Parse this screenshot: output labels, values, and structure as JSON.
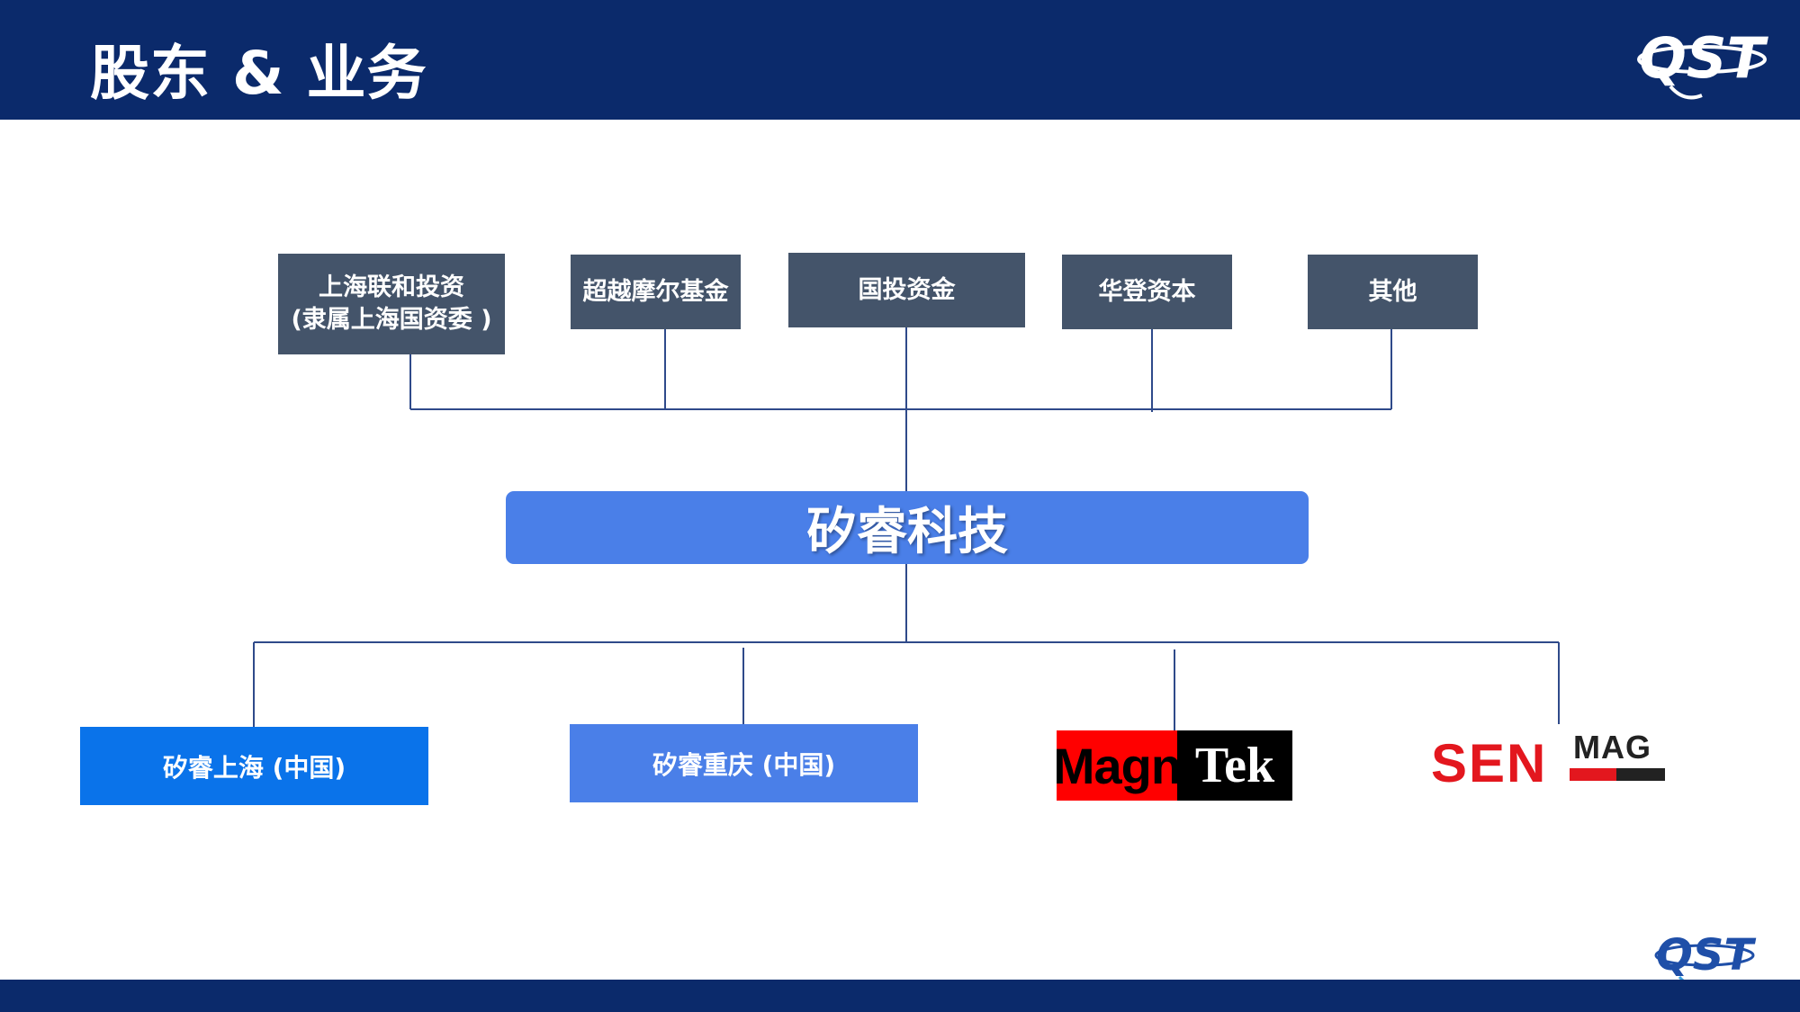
{
  "header": {
    "title": "股东 & 业务"
  },
  "colors": {
    "navy": "#0b2a6b",
    "shareholder_box": "#44546a",
    "main_box": "#4a7fe8",
    "sub_shanghai": "#0a73ea",
    "sub_chongqing": "#4a7fe8",
    "line": "#2f4a8a",
    "magntek_red": "#ff0000",
    "senmag_red": "#e3171e"
  },
  "shareholders": [
    {
      "line1": "上海联和投资",
      "line2": "(隶属上海国资委 )"
    },
    {
      "line1": "超越摩尔基金"
    },
    {
      "line1": "国投资金"
    },
    {
      "line1": "华登资本"
    },
    {
      "line1": "其他"
    }
  ],
  "company": {
    "name": "矽睿科技"
  },
  "subsidiaries": [
    {
      "label": "矽睿上海 (中国)"
    },
    {
      "label": "矽睿重庆 (中国)"
    }
  ],
  "brands": {
    "magntek": {
      "part1": "Magn",
      "part2": "Tek"
    },
    "senmag": {
      "part1": "SEN",
      "part2": "MAG"
    }
  },
  "logos": {
    "top_icon": "qst-logo-icon",
    "bottom_icon": "qst-logo-icon"
  }
}
